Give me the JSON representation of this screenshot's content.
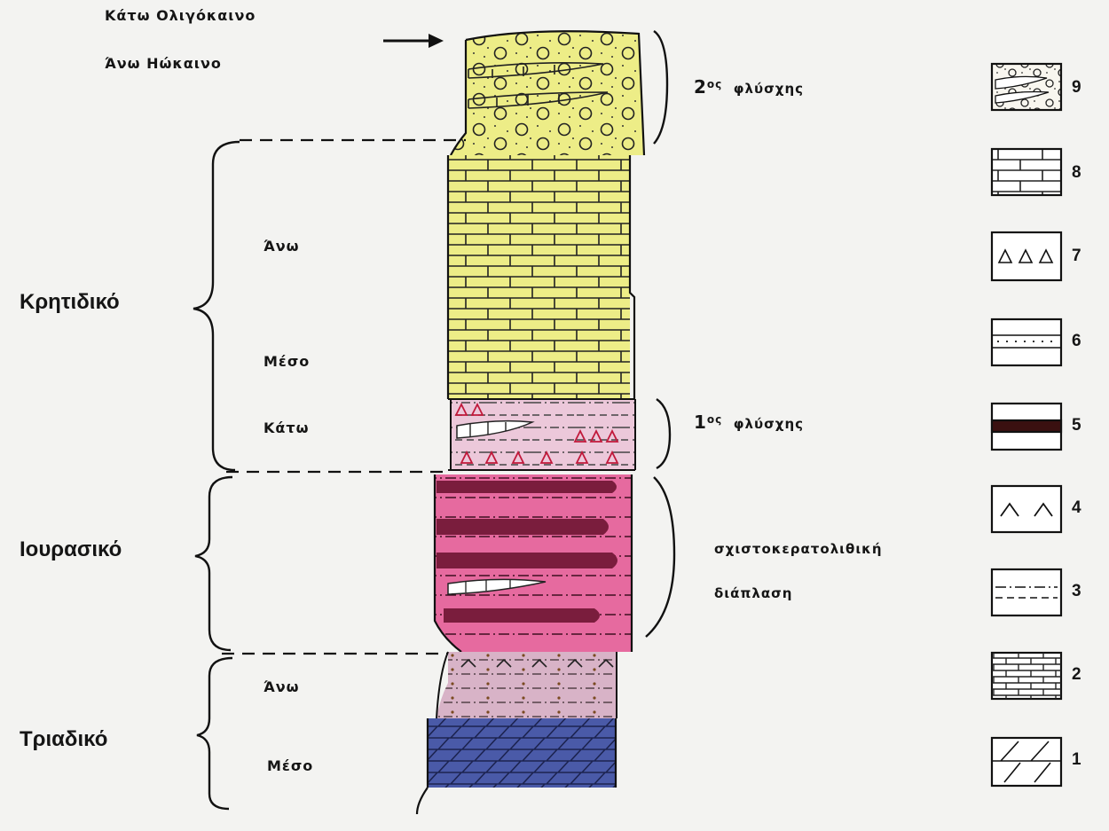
{
  "top": {
    "line1": "Κάτω Ολιγόκαινο",
    "line2": "Άνω Ηώκαινο"
  },
  "periods": {
    "cretaceous": "Κρητιδικό",
    "jurassic": "Ιουρασικό",
    "triassic": "Τριαδικό"
  },
  "subdivisions": {
    "cret_upper": "Άνω",
    "cret_middle": "Μέσο",
    "cret_lower": "Κάτω",
    "tri_upper": "Άνω",
    "tri_middle": "Μέσο"
  },
  "formations": {
    "flysch2_ord": "2",
    "flysch2_sup": "ος",
    "flysch2_name": "φλύσχης",
    "flysch1_ord": "1",
    "flysch1_sup": "ος",
    "flysch1_name": "φλύσχης",
    "schist_line1": "σχιστοκερατολιθική",
    "schist_line2": "διάπλαση"
  },
  "legend": [
    "9",
    "8",
    "7",
    "6",
    "5",
    "4",
    "3",
    "2",
    "1"
  ],
  "colors": {
    "yellow": "#eded87",
    "pink": "#e66a9f",
    "maroon": "#7a1d3d",
    "blue": "#4a5aa8",
    "lightpink": "#ecc8da",
    "mauve": "#d8b3c7"
  }
}
